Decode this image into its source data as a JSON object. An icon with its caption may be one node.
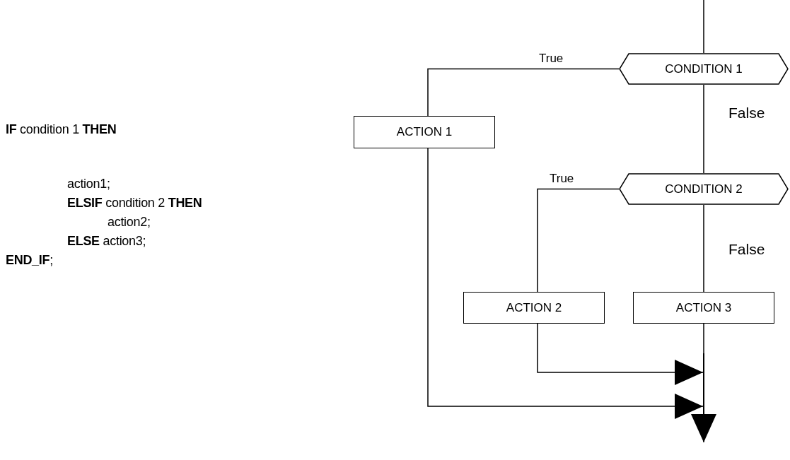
{
  "diagram": {
    "nodes": [
      {
        "text": [
          "CONDITION 1"
        ]
      },
      {
        "text": [
          "ACTION 1"
        ]
      },
      {
        "text": [
          "CONDITION 2"
        ]
      },
      {
        "text": [
          "ACTION 2"
        ]
      },
      {
        "text": [
          "ACTION 3"
        ]
      },
      {
        "text": [],
        "shape": "bar"
      }
    ],
    "edges": [
      {
        "from": null,
        "to": 0,
        "arrow": "none"
      },
      {
        "from": 0,
        "to": 1,
        "arrow": "none",
        "label": "True"
      },
      {
        "from": 0,
        "to": 2,
        "arrow": "none",
        "label": "False"
      },
      {
        "from": 2,
        "to": 3,
        "arrow": "none",
        "label": "True"
      },
      {
        "from": 2,
        "to": 4,
        "arrow": "none",
        "label": "False"
      },
      {
        "from": 4,
        "to": 5,
        "arrow": "none"
      },
      {
        "from": 3,
        "to": 5,
        "arrow": "to"
      },
      {
        "from": 1,
        "to": 5,
        "arrow": "to"
      },
      {
        "from": 5,
        "to": null,
        "arrow": "to"
      }
    ],
    "labels": [
      "**IF** condition 1 **THEN**",
      "action1;",
      "**ELSIF** condition 2 **THEN**",
      "action2;",
      "**ELSE** action3;",
      "**END_IF**;"
    ]
  }
}
